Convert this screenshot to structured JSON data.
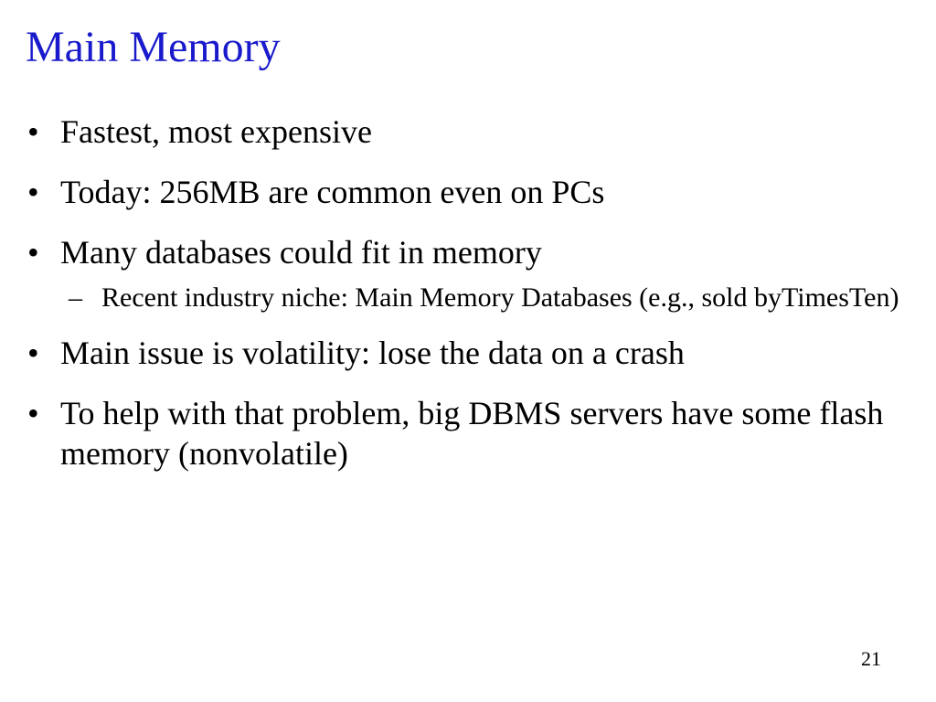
{
  "slide": {
    "title": "Main Memory",
    "title_color": "#1a1acd",
    "bullet_marker": "•",
    "sub_marker": "–",
    "bullets": [
      "Fastest, most expensive",
      "Today: 256MB are common even on PCs",
      "Many databases could fit in memory",
      "Main issue is volatility: lose the data on a crash",
      "To help with that problem, big DBMS servers have some flash memory (nonvolatile)"
    ],
    "sub_bullets": [
      "Recent industry niche: Main Memory Databases (e.g., sold byTimesTen)"
    ],
    "page_number": "21"
  }
}
